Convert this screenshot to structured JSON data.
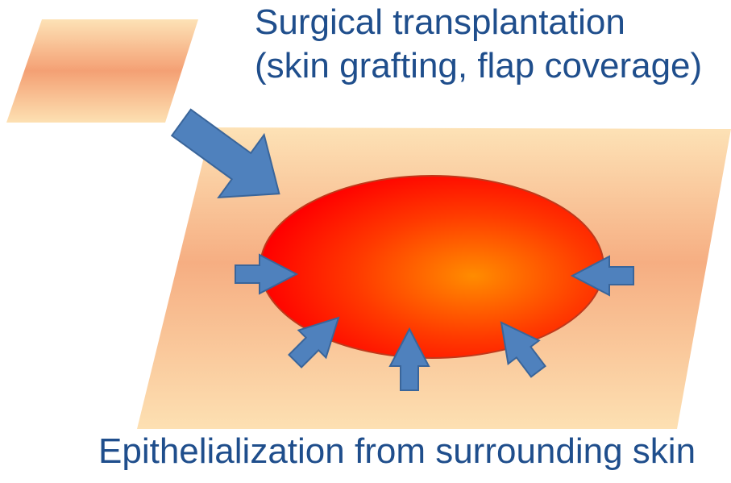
{
  "labels": {
    "top_line1": "Surgical transplantation",
    "top_line2": "(skin grafting, flap coverage)",
    "bottom": "Epithelialization from surrounding skin"
  },
  "colors": {
    "text": "#1f4e8c",
    "arrow_fill": "#4f81bd",
    "arrow_stroke": "#3a659a",
    "skin_light": "#fbd8a6",
    "skin_mid": "#f6a979",
    "wound_center": "#ff8a00",
    "wound_edge": "#ff0000",
    "wound_stroke": "#c0391b"
  },
  "icons": {
    "graft_arrow": "large-down-right-arrow",
    "epithelial_arrows": "small-inward-arrows"
  }
}
